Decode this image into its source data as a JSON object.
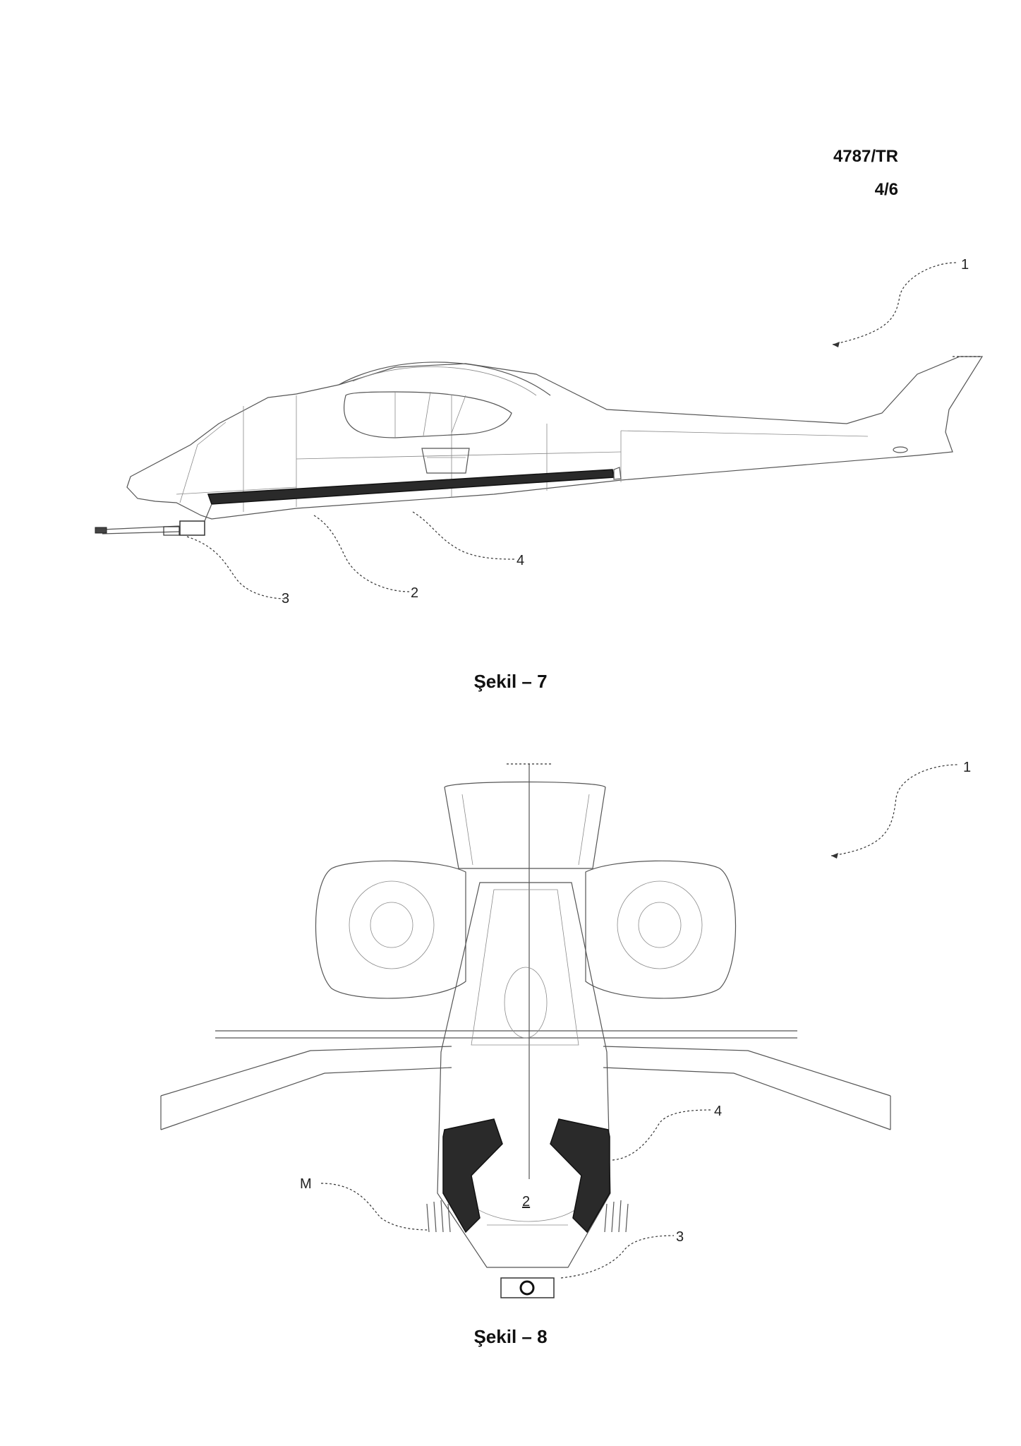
{
  "header": {
    "doc_number": "4787/TR",
    "page_number": "4/6"
  },
  "figure7": {
    "caption": "Şekil – 7",
    "labels": {
      "ref_1": "1",
      "ref_2": "2",
      "ref_3": "3",
      "ref_4": "4"
    }
  },
  "figure8": {
    "caption": "Şekil – 8",
    "labels": {
      "ref_1": "1",
      "ref_2": "2",
      "ref_3": "3",
      "ref_4": "4",
      "ref_m": "M"
    }
  }
}
